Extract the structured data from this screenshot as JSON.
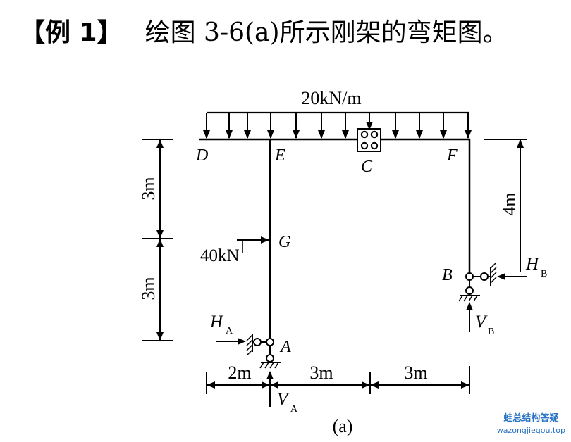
{
  "header": {
    "label": "【例 1】",
    "text": "绘图 3-6(a)所示刚架的弯矩图。"
  },
  "diagram": {
    "load_label": "20kN/m",
    "force_label": "40kN",
    "nodes": {
      "D": "D",
      "E": "E",
      "C": "C",
      "F": "F",
      "G": "G",
      "A": "A",
      "B": "B"
    },
    "reactions": {
      "HA_main": "H",
      "HA_sub": "A",
      "VA_main": "V",
      "VA_sub": "A",
      "HB_main": "H",
      "HB_sub": "B",
      "VB_main": "V",
      "VB_sub": "B"
    },
    "dims": {
      "left_top": "3m",
      "left_bottom": "3m",
      "right": "4m",
      "bottom_1": "2m",
      "bottom_2": "3m",
      "bottom_3": "3m"
    },
    "caption": "(a)"
  },
  "watermark": {
    "line1": "蛙总结构答疑",
    "line2": "wazongjiegou.top"
  }
}
